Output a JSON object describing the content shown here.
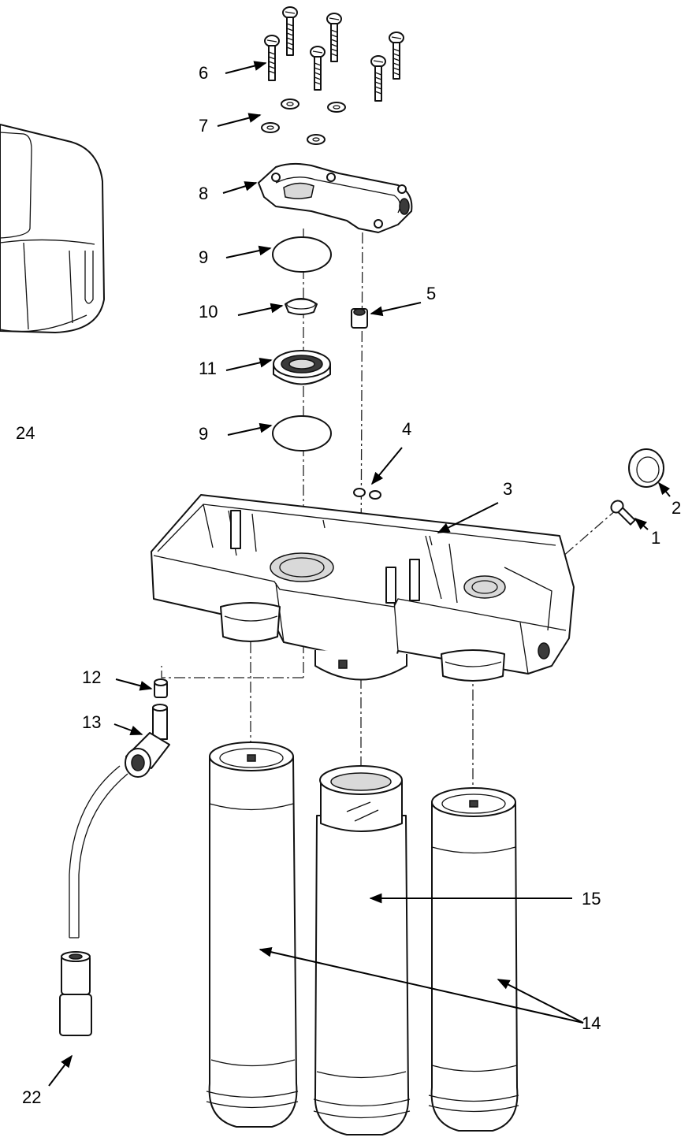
{
  "callouts": {
    "c1": "1",
    "c2": "2",
    "c3": "3",
    "c4": "4",
    "c5": "5",
    "c6": "6",
    "c7": "7",
    "c8": "8",
    "c9a": "9",
    "c9b": "9",
    "c10": "10",
    "c11": "11",
    "c12": "12",
    "c13": "13",
    "c14": "14",
    "c15": "15",
    "c22": "22",
    "c24": "24"
  },
  "colors": {
    "line": "#111111",
    "paper": "#ffffff",
    "fill_shade": "#d9d9d9"
  }
}
